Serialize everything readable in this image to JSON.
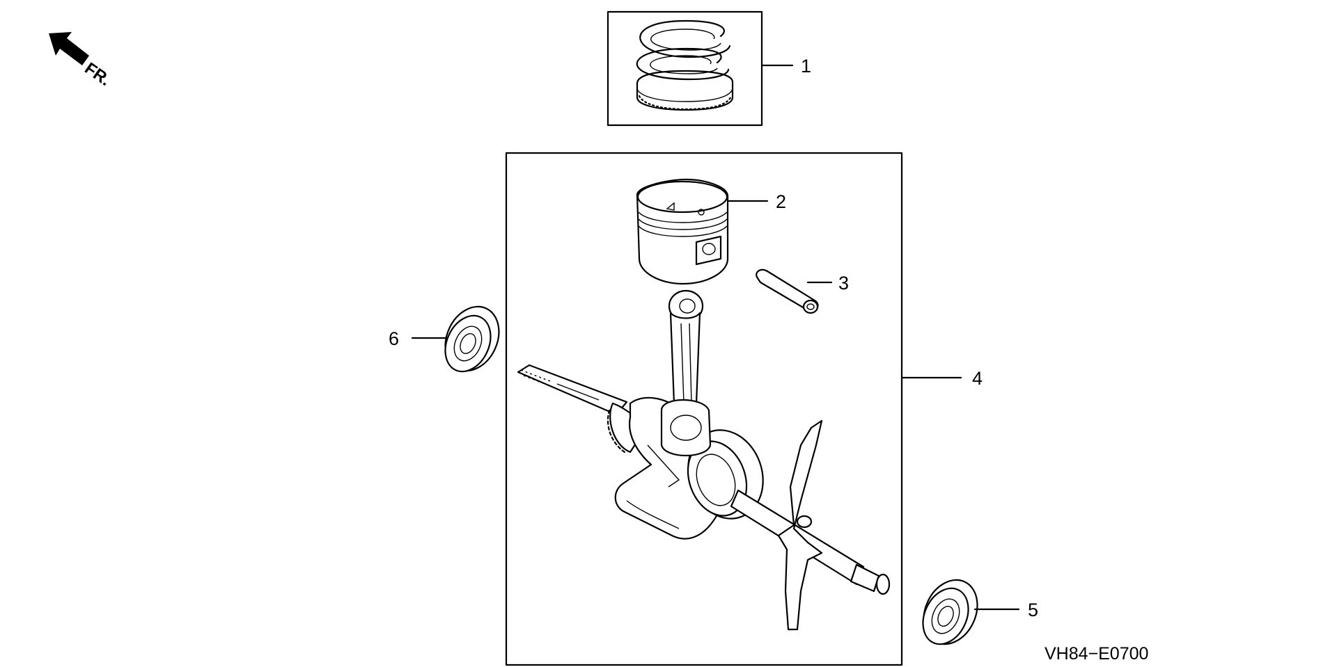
{
  "direction_label": "FR.",
  "diagram_code": "VH84−E0700",
  "callouts": [
    "1",
    "2",
    "3",
    "4",
    "5",
    "6"
  ]
}
